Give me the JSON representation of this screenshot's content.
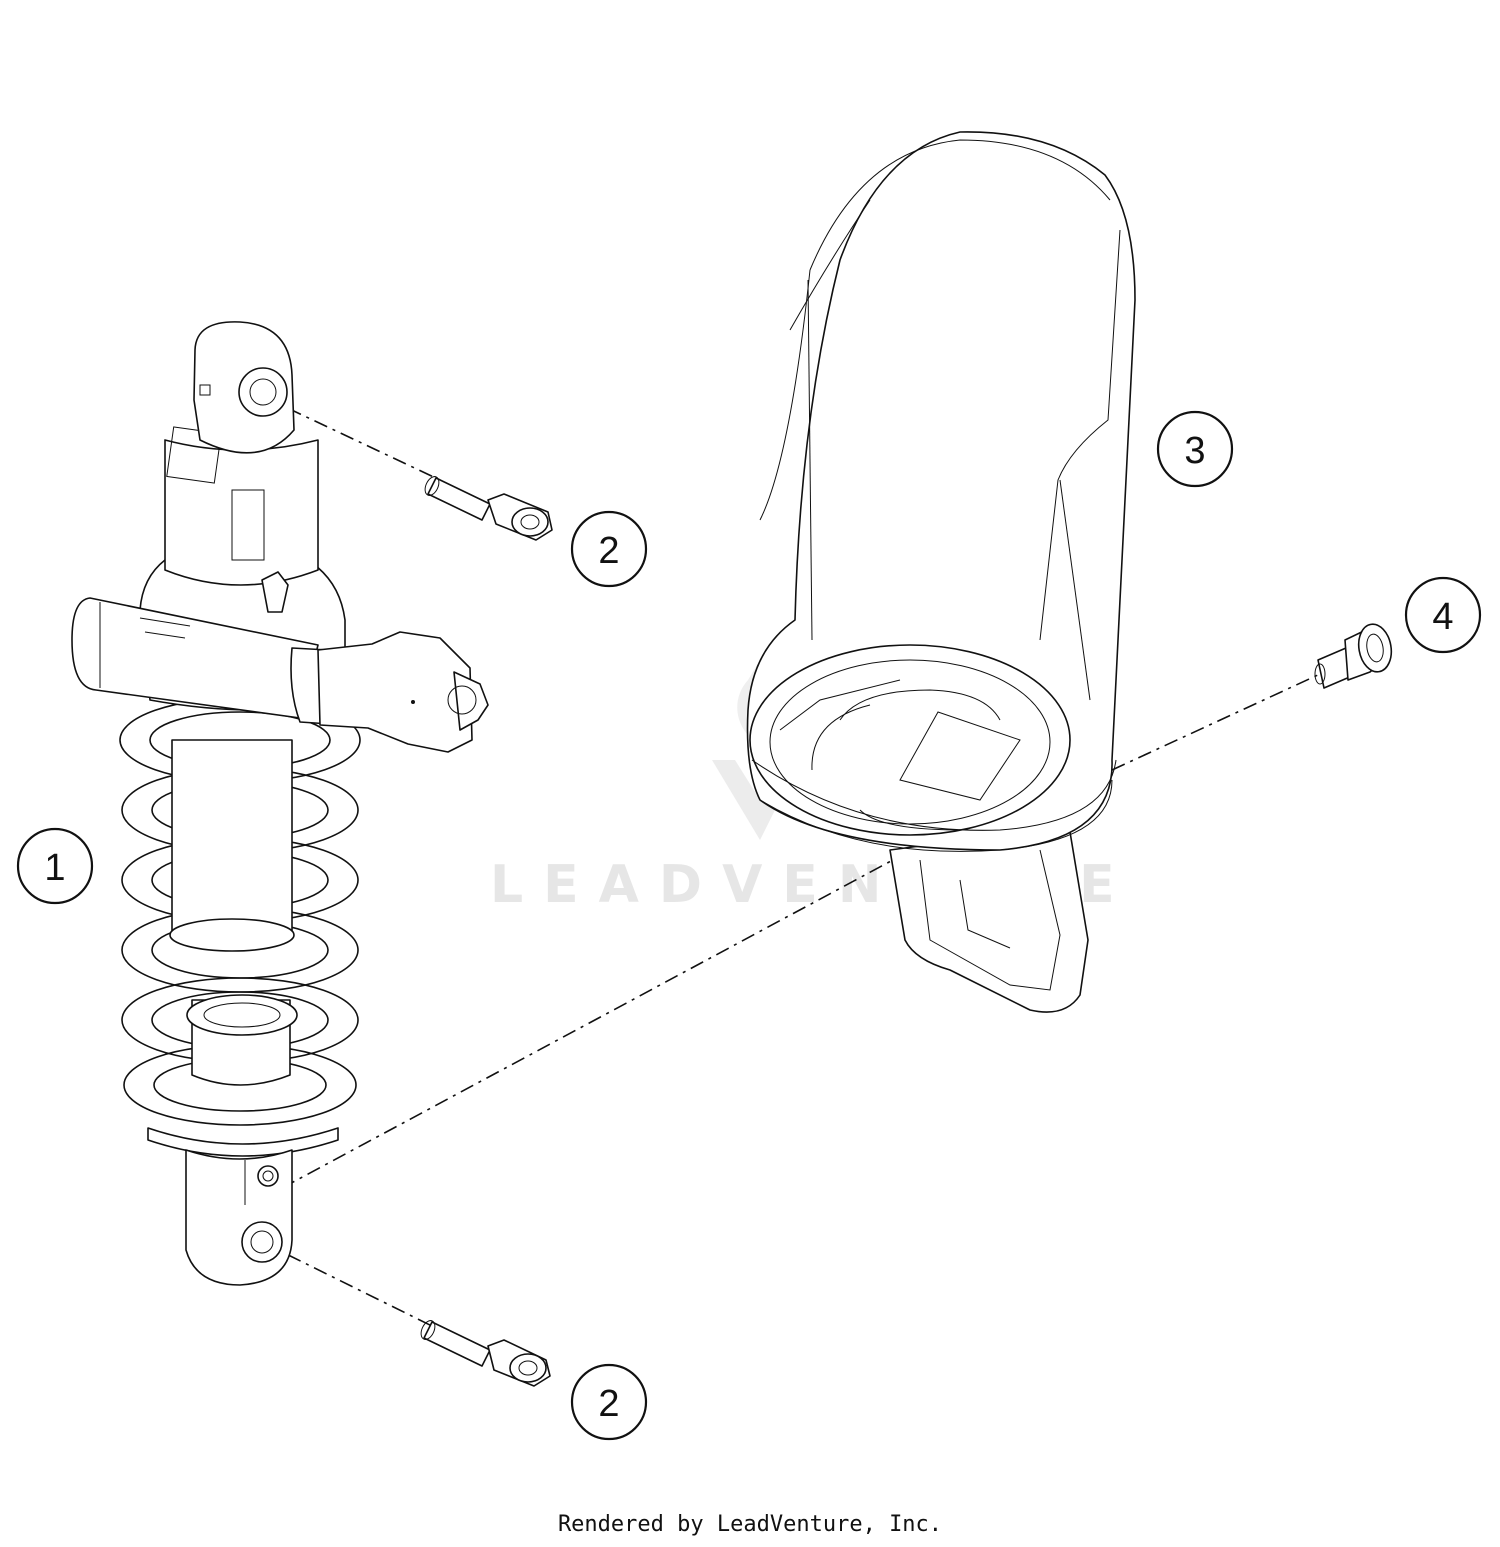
{
  "watermark": {
    "text": "LEADVENTURE"
  },
  "footer": {
    "text": "Rendered by LeadVenture, Inc."
  },
  "callouts": [
    "1",
    "2",
    "2",
    "3",
    "4"
  ]
}
